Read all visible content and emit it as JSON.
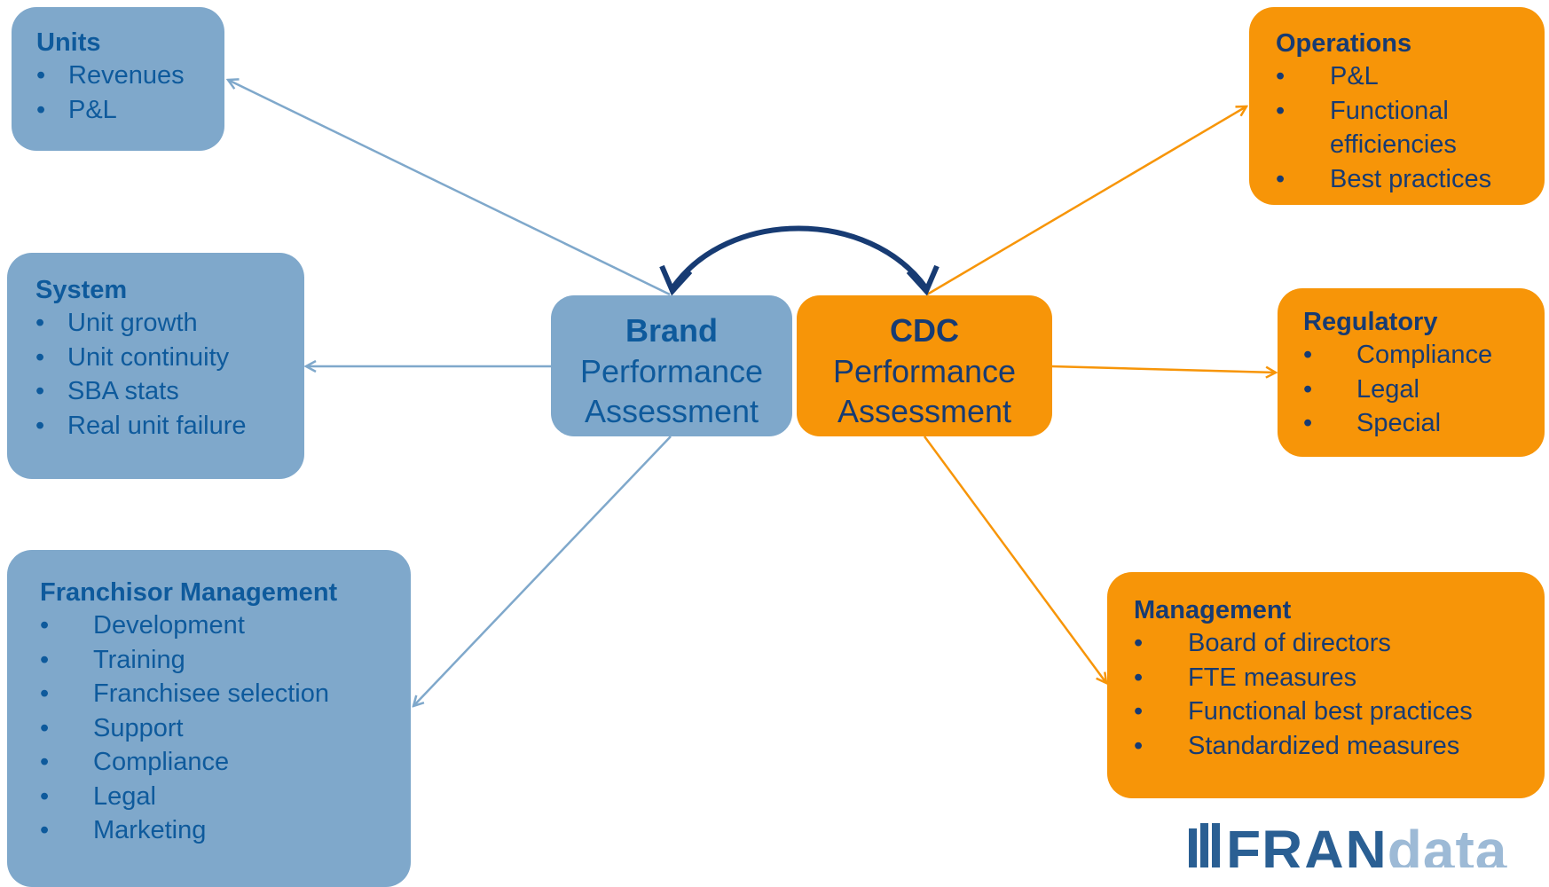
{
  "brand": {
    "title": "Brand",
    "subtitle": "Performance Assessment"
  },
  "cdc": {
    "title": "CDC",
    "subtitle": "Performance Assessment"
  },
  "units": {
    "title": "Units",
    "items": [
      "Revenues",
      "P&L"
    ]
  },
  "system": {
    "title": "System",
    "items": [
      "Unit growth",
      "Unit continuity",
      "SBA stats",
      "Real unit failure"
    ]
  },
  "franchisor": {
    "title": "Franchisor Management",
    "items": [
      "Development",
      "Training",
      "Franchisee selection",
      "Support",
      "Compliance",
      "Legal",
      "Marketing"
    ]
  },
  "operations": {
    "title": "Operations",
    "items": [
      "P&L",
      "Functional efficiencies",
      "Best practices"
    ]
  },
  "regulatory": {
    "title": "Regulatory",
    "items": [
      "Compliance",
      "Legal",
      "Special"
    ]
  },
  "management": {
    "title": "Management",
    "items": [
      "Board of directors",
      "FTE measures",
      "Functional best practices",
      "Standardized measures"
    ]
  },
  "bullet": "•",
  "logo": {
    "part1": "FRAN",
    "part2": "data"
  },
  "colors": {
    "blue_box": "#7fa8cb",
    "orange_box": "#f79508",
    "blue_text": "#0e5a9c",
    "navy_text": "#173b73",
    "blue_arrow": "#7fa8cb",
    "orange_arrow": "#f79508",
    "curve_arrow": "#173b73"
  }
}
